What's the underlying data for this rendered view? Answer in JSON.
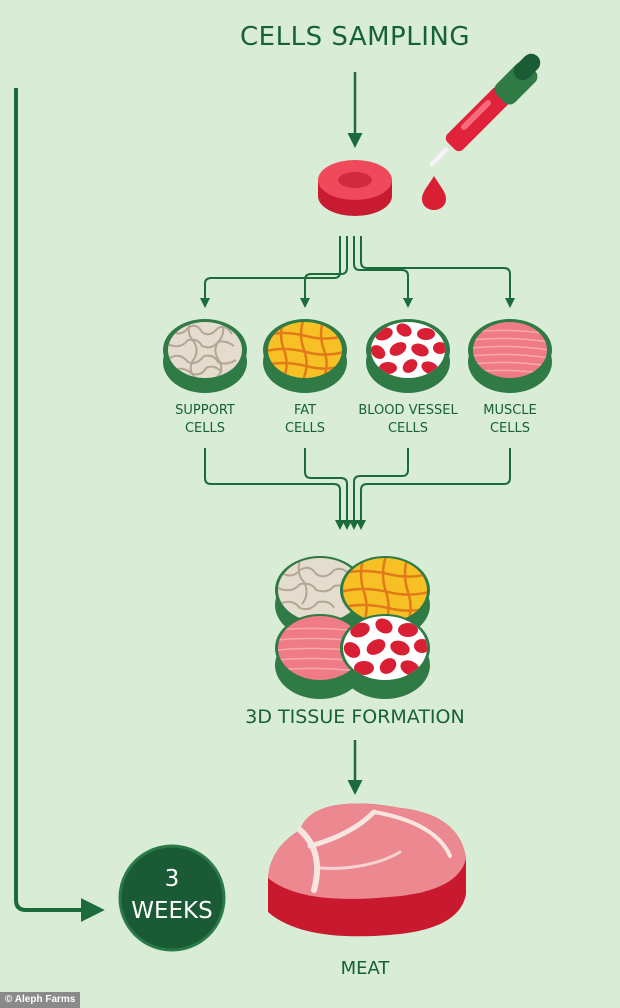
{
  "diagram": {
    "title": "CELLS SAMPLING",
    "cell_types": [
      {
        "line1": "SUPPORT",
        "line2": "CELLS"
      },
      {
        "line1": "FAT",
        "line2": "CELLS"
      },
      {
        "line1": "BLOOD VESSEL",
        "line2": "CELLS"
      },
      {
        "line1": "MUSCLE",
        "line2": "CELLS"
      }
    ],
    "formation_label": "3D TISSUE FORMATION",
    "duration": {
      "number": "3",
      "unit": "WEEKS"
    },
    "result_label": "MEAT",
    "credit": "© Aleph Farms"
  },
  "colors": {
    "background": "#d9ecd6",
    "arrow": "#1c6b3d",
    "disc_rim": "#2f7a45",
    "cell_red": "#e0223a",
    "fat_yellow": "#f7c025",
    "muscle_pink": "#ef7b86",
    "weeks_circle": "#1a5a34"
  }
}
